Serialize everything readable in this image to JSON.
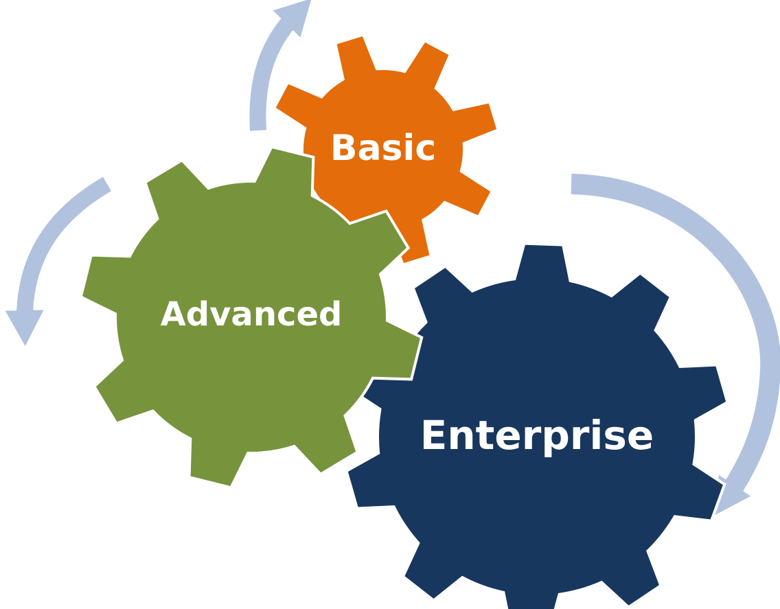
{
  "diagram": {
    "gears": [
      {
        "id": "basic",
        "label": "Basic",
        "color": "#E46C0A"
      },
      {
        "id": "advanced",
        "label": "Advanced",
        "color": "#77933C"
      },
      {
        "id": "enterprise",
        "label": "Enterprise",
        "color": "#17375E"
      }
    ],
    "arrow_color": "#B1C2DE",
    "arrows": [
      {
        "id": "basic-cycle-arrow"
      },
      {
        "id": "advanced-cycle-arrow"
      },
      {
        "id": "enterprise-cycle-arrow"
      }
    ]
  }
}
